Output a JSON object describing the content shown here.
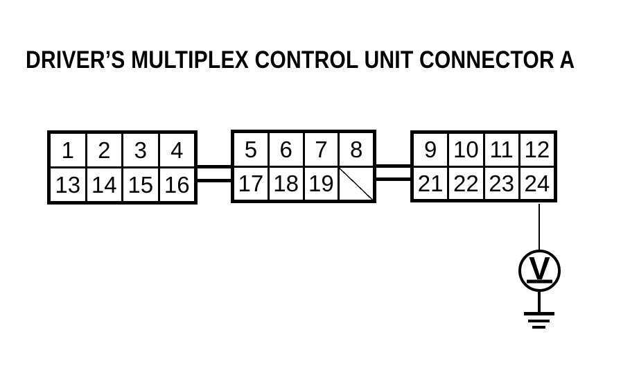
{
  "title": "DRIVER’S MULTIPLEX CONTROL UNIT CONNECTOR A",
  "connector": {
    "blocks": [
      {
        "top": [
          "1",
          "2",
          "3",
          "4"
        ],
        "bottom": [
          "13",
          "14",
          "15",
          "16"
        ]
      },
      {
        "top": [
          "5",
          "6",
          "7",
          "8"
        ],
        "bottom": [
          "17",
          "18",
          "19",
          ""
        ]
      },
      {
        "top": [
          "9",
          "10",
          "11",
          "12"
        ],
        "bottom": [
          "21",
          "22",
          "23",
          "24"
        ]
      }
    ]
  },
  "symbols": {
    "meter_letter": "V"
  },
  "icons": {
    "voltmeter": "circled-underlined-V",
    "ground": "earth-ground-bars",
    "empty_pin": "diagonal-slash"
  },
  "colors": {
    "ink": "#000000",
    "paper": "#ffffff"
  }
}
